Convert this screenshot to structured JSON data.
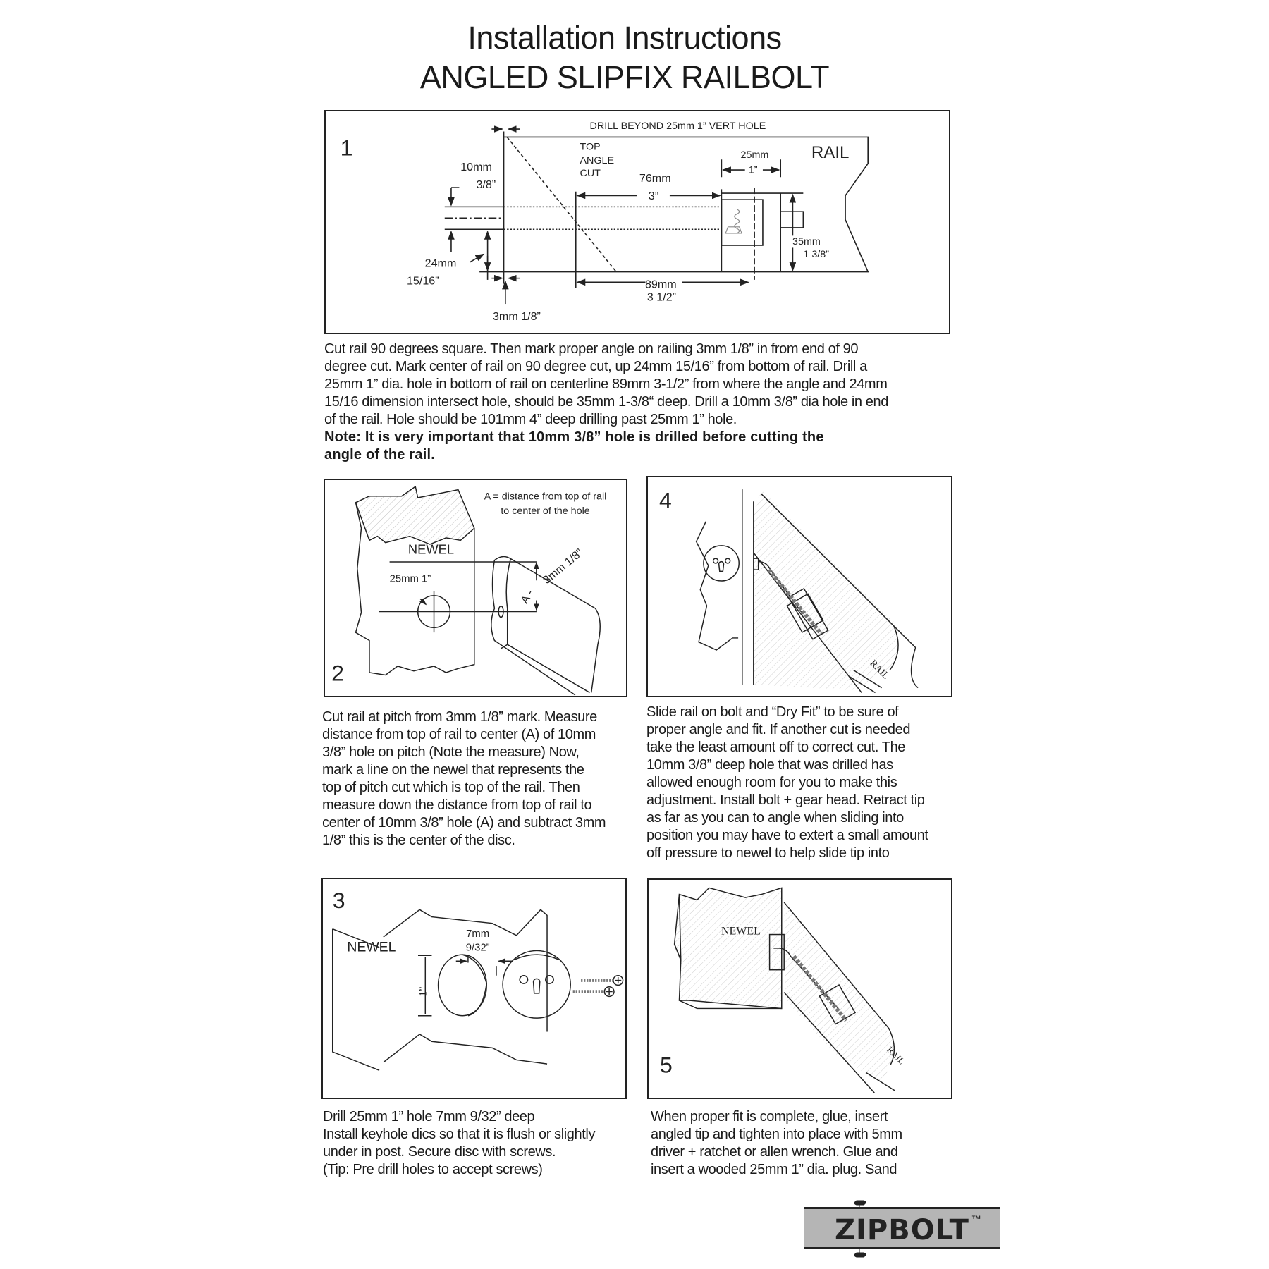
{
  "title": {
    "line1": "Installation Instructions",
    "line2": "ANGLED SLIPFIX RAILBOLT"
  },
  "step1": {
    "number": "1",
    "labels": {
      "drill_beyond": "DRILL BEYOND 25mm 1” VERT HOLE",
      "top": "TOP",
      "angle": "ANGLE",
      "cut": "CUT",
      "rail": "RAIL",
      "d25mm": "25mm",
      "d1in": "1”",
      "d76mm": "76mm",
      "d3in": "3”",
      "d10mm": "10mm",
      "d3_8": "3/8”",
      "d24mm": "24mm",
      "d15_16": "15/16”",
      "d3mm": "3mm 1/8”",
      "d89mm": "89mm",
      "d3_1_2": "3 1/2”",
      "d35mm": "35mm",
      "d1_3_8": "1 3/8”"
    },
    "text": [
      "Cut rail 90 degrees square. Then mark proper angle on railing 3mm 1/8” in from end of 90",
      "degree cut. Mark center of rail on 90 degree cut, up  24mm 15/16” from bottom of rail. Drill a",
      "25mm 1” dia. hole in bottom of rail on centerline 89mm 3-1/2” from where the angle and 24mm",
      "15/16 dimension intersect hole, should be 35mm 1-3/8“ deep. Drill a 10mm 3/8” dia hole in end",
      "of the rail. Hole should be 101mm 4” deep drilling past 25mm 1” hole."
    ],
    "note": [
      "Note: It is very important that 10mm 3/8” hole is drilled before cutting the",
      "angle of the rail."
    ]
  },
  "step2": {
    "number": "2",
    "labels": {
      "a_def1": "A = distance from top of rail",
      "a_def2": "to center of the hole",
      "newel": "NEWEL",
      "d25mm": "25mm 1”",
      "a": "A -",
      "d3mm": "3mm 1/8”"
    },
    "text": [
      "Cut rail at pitch from 3mm 1/8” mark. Measure",
      "distance from top of rail to center (A) of 10mm",
      "3/8” hole on pitch (Note the measure) Now,",
      "mark a line on the newel that represents the",
      "top of pitch cut which is top of the rail. Then",
      "measure down the distance from top of rail to",
      "center of 10mm 3/8” hole (A) and subtract 3mm",
      "1/8” this is the center of the disc."
    ]
  },
  "step3": {
    "number": "3",
    "labels": {
      "newel": "NEWEL",
      "d7mm": "7mm",
      "d9_32": "9/32”",
      "d1in": "1”"
    },
    "text": [
      "Drill  25mm 1” hole 7mm 9/32” deep",
      "Install keyhole dics so that it is flush or slightly",
      "under in post. Secure disc with screws.",
      "(Tip: Pre drill holes to accept screws)"
    ]
  },
  "step4": {
    "number": "4",
    "labels": {
      "rail": "RAIL"
    },
    "text": [
      "Slide rail on bolt and “Dry Fit” to be sure of",
      "proper angle and fit. If another cut is needed",
      "take the least amount off to correct cut. The",
      "10mm 3/8” deep hole that was drilled has",
      "allowed enough room for you to make this",
      "adjustment. Install bolt + gear head. Retract tip",
      "as far as you can to angle when sliding into",
      "position you may have to extert a small amount",
      "off pressure to newel to help slide tip into"
    ]
  },
  "step5": {
    "number": "5",
    "labels": {
      "newel": "NEWEL",
      "rail": "RAIL"
    },
    "text": [
      "When proper fit is complete, glue, insert",
      "angled tip and tighten into place with 5mm",
      "driver + ratchet or allen wrench. Glue and",
      "insert a wooded 25mm 1” dia. plug. Sand"
    ]
  },
  "logo": {
    "name": "ZIPBOLT",
    "tm": "™"
  },
  "colors": {
    "ink": "#1a1a1a",
    "logo_bar": "#b5b5b5",
    "hatch": "#bbbbbb"
  }
}
